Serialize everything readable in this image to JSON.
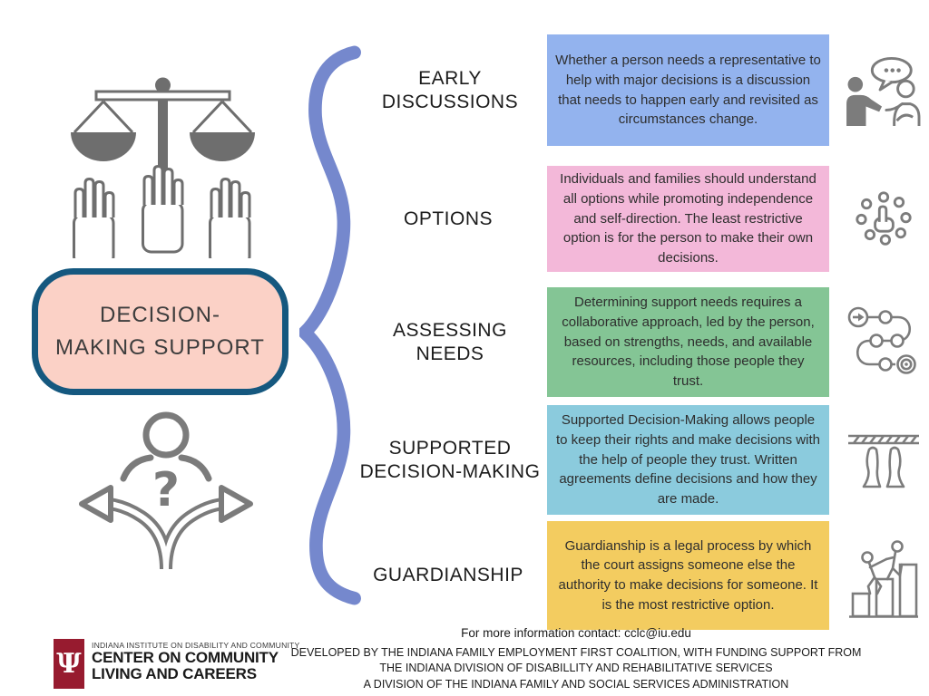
{
  "title_box": {
    "text": "DECISION-MAKING SUPPORT",
    "fill": "#fbd1c6",
    "border": "#15587f"
  },
  "brace_color": "#7588cd",
  "icon_gray": "#757575",
  "rows": [
    {
      "label": "EARLY DISCUSSIONS",
      "text": "Whether a person needs a representative to help with major decisions is a discussion that needs to happen early and revisited as circumstances change.",
      "color": "#93b3ee",
      "icon": "conversation-icon"
    },
    {
      "label": "OPTIONS",
      "text": "Individuals and families should understand all options while promoting independence and self-direction. The least restrictive option is for the person to make their own decisions.",
      "color": "#f3b8d9",
      "icon": "choice-options-icon"
    },
    {
      "label": "ASSESSING NEEDS",
      "text": "Determining support needs requires a collaborative approach, led by the person, based on strengths, needs, and available resources, including those people they trust.",
      "color": "#84c595",
      "icon": "journey-path-icon"
    },
    {
      "label": "SUPPORTED DECISION-MAKING",
      "text": "Supported Decision-Making allows people to keep their rights and make decisions with the help of people they trust. Written agreements define decisions and how they are made.",
      "color": "#8bcbdd",
      "icon": "standing-at-line-icon"
    },
    {
      "label": "GUARDIANSHIP",
      "text": "Guardianship is a legal process by which the court assigns someone else the authority to make decisions for someone. It is the most restrictive option.",
      "color": "#f3cc60",
      "icon": "helping-up-icon"
    }
  ],
  "left_icons": {
    "top": "scales-and-hands-icon",
    "bottom": "person-crossroads-icon"
  },
  "footer": {
    "contact": "For more information contact: cclc@iu.edu",
    "line1": "DEVELOPED BY THE INDIANA FAMILY EMPLOYMENT FIRST COALITION, WITH FUNDING SUPPORT FROM",
    "line2": "THE INDIANA DIVISION OF DISABILLITY AND REHABILITATIVE SERVICES",
    "line3": "A DIVISION OF THE INDIANA FAMILY AND SOCIAL SERVICES ADMINISTRATION"
  },
  "logo": {
    "glyph": "Ψ",
    "red": "#971b2f",
    "institute": "INDIANA INSTITUTE ON DISABILITY AND COMMUNITY",
    "center": "CENTER ON COMMUNITY LIVING AND CAREERS"
  }
}
